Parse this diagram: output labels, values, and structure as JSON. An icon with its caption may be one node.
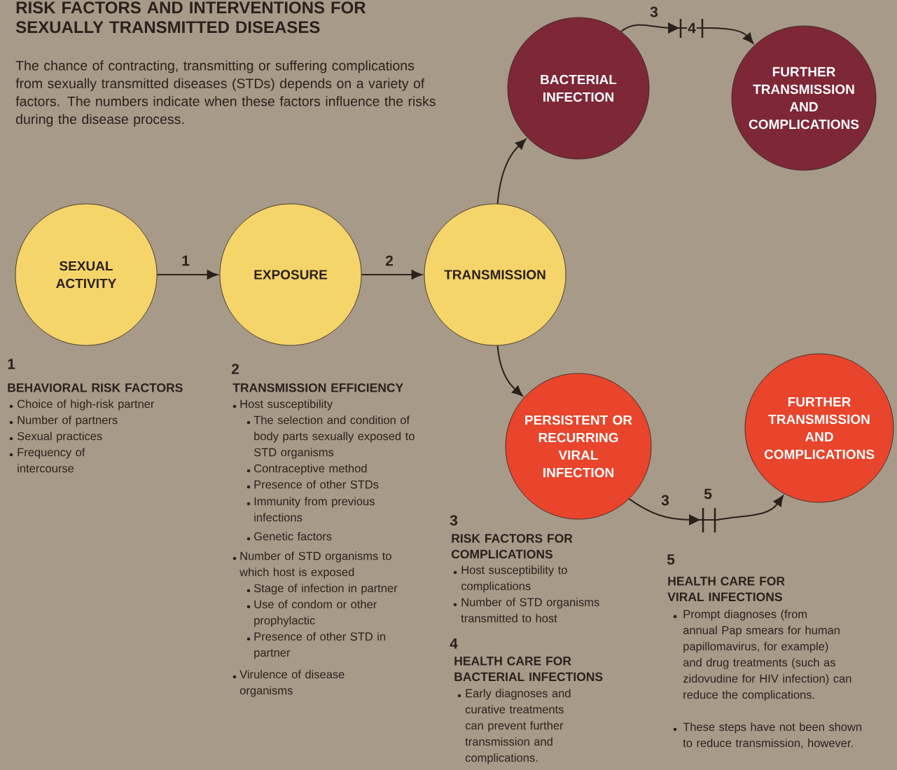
{
  "diagram": {
    "title": "RISK FACTORS AND INTERVENTIONS FOR SEXUALLY TRANSMITTED DISEASES",
    "nodes": [
      {
        "text": [
          "SEXUAL ACTIVITY"
        ]
      },
      {
        "text": [
          "EXPOSURE"
        ]
      },
      {
        "text": [
          "TRANSMISSION"
        ]
      },
      {
        "text": [
          "BACTERIAL INFECTION"
        ]
      },
      {
        "text": [
          "FURTHER TRANSMISSION AND COMPLICATIONS"
        ]
      },
      {
        "text": [
          "PERSISTENT OR RECURRING VIRAL INFECTION"
        ]
      },
      {
        "text": [
          "FURTHER TRANSMISSION AND COMPLICATIONS"
        ]
      }
    ],
    "edges": [
      {
        "from": 0,
        "to": 1,
        "arrow": "to",
        "label": "1"
      },
      {
        "from": 1,
        "to": 2,
        "arrow": "to",
        "label": "2"
      },
      {
        "from": 2,
        "to": 3,
        "arrow": "to"
      },
      {
        "from": 2,
        "to": 5,
        "arrow": "to"
      },
      {
        "from": 3,
        "to": 4,
        "arrow": "to",
        "label": "3"
      },
      {
        "from": 5,
        "to": 6,
        "arrow": "to",
        "label": "3"
      }
    ],
    "labels": [
      "The chance of contracting, transmitting or suffering complications from sexually transmitted diseases (STDs) depends on a variety of factors. The numbers indicate when these factors influence the risks during the disease process.",
      "4",
      "5",
      "1",
      "BEHAVIORAL RISK FACTORS",
      "Choice of high-risk partner",
      "Number of partners",
      "Sexual practices",
      "Frequency of intercourse",
      "2",
      "TRANSMISSION EFFICIENCY",
      "Host susceptibility",
      "The selection and condition of body parts sexually exposed to STD organisms",
      "Contraceptive method",
      "Presence of other STDs",
      "Immunity from previous infections",
      "Genetic factors",
      "Number of STD organisms to which host is exposed",
      "Stage of infection in partner",
      "Use of condom or other prophylactic",
      "Presence of other STD in partner",
      "Virulence of disease organisms",
      "3",
      "RISK FACTORS FOR COMPLICATIONS",
      "Host susceptibility to complications",
      "Number of STD organisms transmitted to host",
      "4",
      "HEALTH CARE FOR BACTERIAL INFECTIONS",
      "Early diagnoses and curative treatments can prevent further transmission and complications.",
      "5",
      "HEALTH CARE FOR VIRAL INFECTIONS",
      "Prompt diagnoses (from annual Pap smears for human papillomavirus, for example) and drug treatments (such as zidovudine for HIV infection) can reduce the complications.",
      "These steps have not been shown to reduce transmission, however."
    ]
  }
}
